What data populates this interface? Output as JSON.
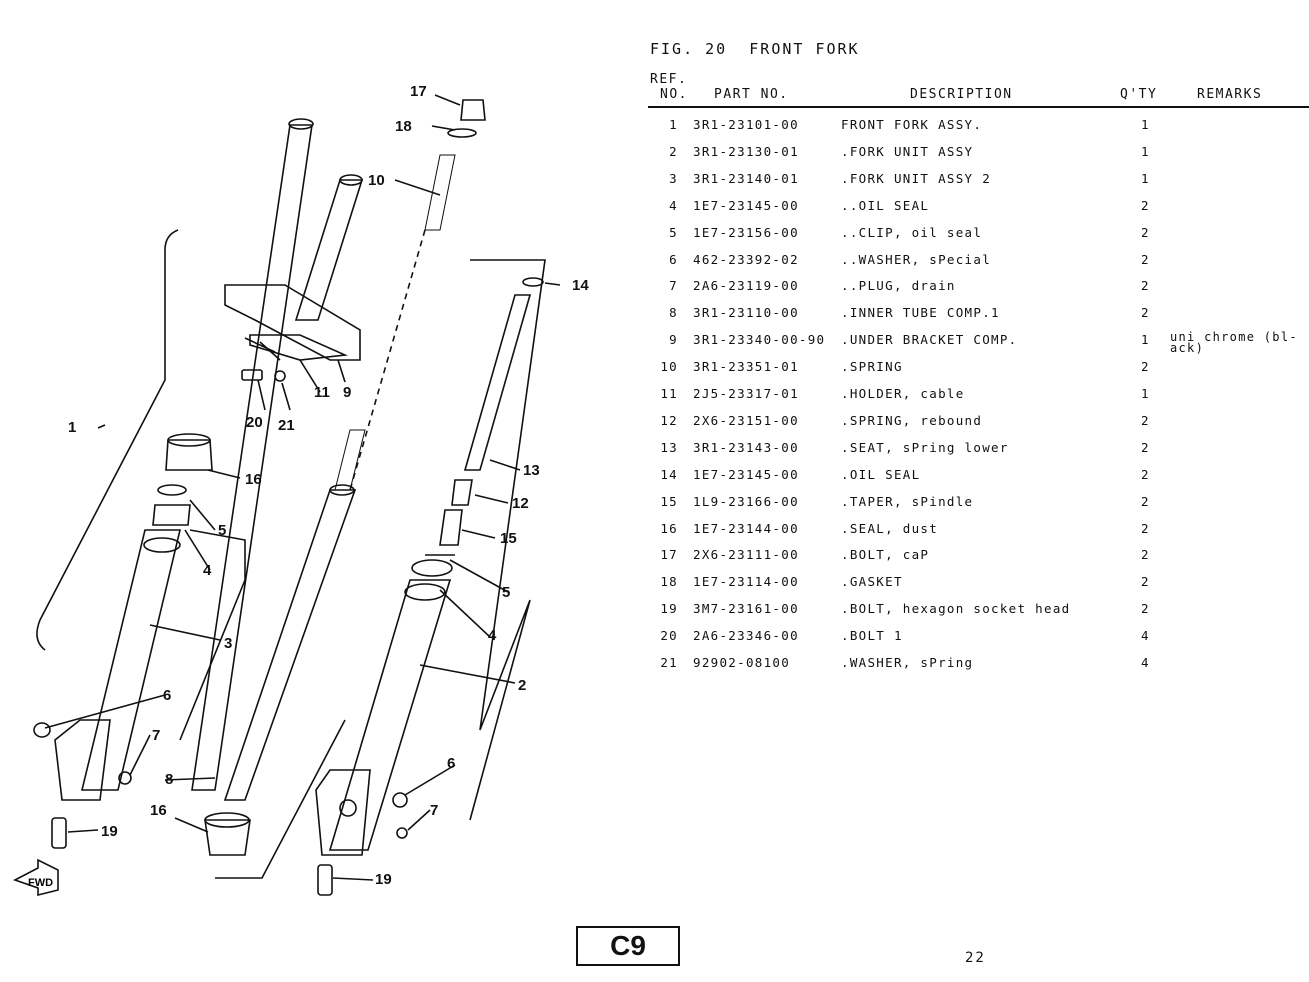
{
  "figure": {
    "title": "FIG. 20  FRONT FORK"
  },
  "table": {
    "headers": {
      "ref_line1": "REF.",
      "ref_line2": "NO.",
      "part": "PART NO.",
      "desc": "DESCRIPTION",
      "qty": "Q'TY",
      "remarks": "REMARKS"
    },
    "rows": [
      {
        "ref": "1",
        "part": "3R1-23101-00",
        "desc": "FRONT FORK ASSY.",
        "qty": "1",
        "remarks": ""
      },
      {
        "ref": "2",
        "part": "3R1-23130-01",
        "desc": ".FORK UNIT ASSY",
        "qty": "1",
        "remarks": ""
      },
      {
        "ref": "3",
        "part": "3R1-23140-01",
        "desc": ".FORK UNIT ASSY 2",
        "qty": "1",
        "remarks": ""
      },
      {
        "ref": "4",
        "part": "1E7-23145-00",
        "desc": "..OIL SEAL",
        "qty": "2",
        "remarks": ""
      },
      {
        "ref": "5",
        "part": "1E7-23156-00",
        "desc": "..CLIP, oil seal",
        "qty": "2",
        "remarks": ""
      },
      {
        "ref": "6",
        "part": "462-23392-02",
        "desc": "..WASHER, sPecial",
        "qty": "2",
        "remarks": ""
      },
      {
        "ref": "7",
        "part": "2A6-23119-00",
        "desc": "..PLUG, drain",
        "qty": "2",
        "remarks": ""
      },
      {
        "ref": "8",
        "part": "3R1-23110-00",
        "desc": ".INNER TUBE COMP.1",
        "qty": "2",
        "remarks": ""
      },
      {
        "ref": "9",
        "part": "3R1-23340-00-90",
        "desc": ".UNDER BRACKET COMP.",
        "qty": "1",
        "remarks": "uni chrome (bl-ack)"
      },
      {
        "ref": "10",
        "part": "3R1-23351-01",
        "desc": ".SPRING",
        "qty": "2",
        "remarks": ""
      },
      {
        "ref": "11",
        "part": "2J5-23317-01",
        "desc": ".HOLDER, cable",
        "qty": "1",
        "remarks": ""
      },
      {
        "ref": "12",
        "part": "2X6-23151-00",
        "desc": ".SPRING, rebound",
        "qty": "2",
        "remarks": ""
      },
      {
        "ref": "13",
        "part": "3R1-23143-00",
        "desc": ".SEAT, sPring lower",
        "qty": "2",
        "remarks": ""
      },
      {
        "ref": "14",
        "part": "1E7-23145-00",
        "desc": ".OIL SEAL",
        "qty": "2",
        "remarks": ""
      },
      {
        "ref": "15",
        "part": "1L9-23166-00",
        "desc": ".TAPER, sPindle",
        "qty": "2",
        "remarks": ""
      },
      {
        "ref": "16",
        "part": "1E7-23144-00",
        "desc": ".SEAL, dust",
        "qty": "2",
        "remarks": ""
      },
      {
        "ref": "17",
        "part": "2X6-23111-00",
        "desc": ".BOLT, caP",
        "qty": "2",
        "remarks": ""
      },
      {
        "ref": "18",
        "part": "1E7-23114-00",
        "desc": ".GASKET",
        "qty": "2",
        "remarks": ""
      },
      {
        "ref": "19",
        "part": "3M7-23161-00",
        "desc": ".BOLT, hexagon socket head",
        "qty": "2",
        "remarks": ""
      },
      {
        "ref": "20",
        "part": "2A6-23346-00",
        "desc": ".BOLT 1",
        "qty": "4",
        "remarks": ""
      },
      {
        "ref": "21",
        "part": "92902-08100",
        "desc": ".WASHER, sPring",
        "qty": "4",
        "remarks": ""
      }
    ]
  },
  "diagram": {
    "labels": [
      "1",
      "2",
      "3",
      "4",
      "5",
      "6",
      "7",
      "8",
      "9",
      "10",
      "11",
      "12",
      "13",
      "14",
      "15",
      "16",
      "17",
      "18",
      "19",
      "20",
      "21"
    ],
    "fwd_label": "FWD"
  },
  "footer": {
    "section_code": "C9",
    "page_number": "22"
  }
}
